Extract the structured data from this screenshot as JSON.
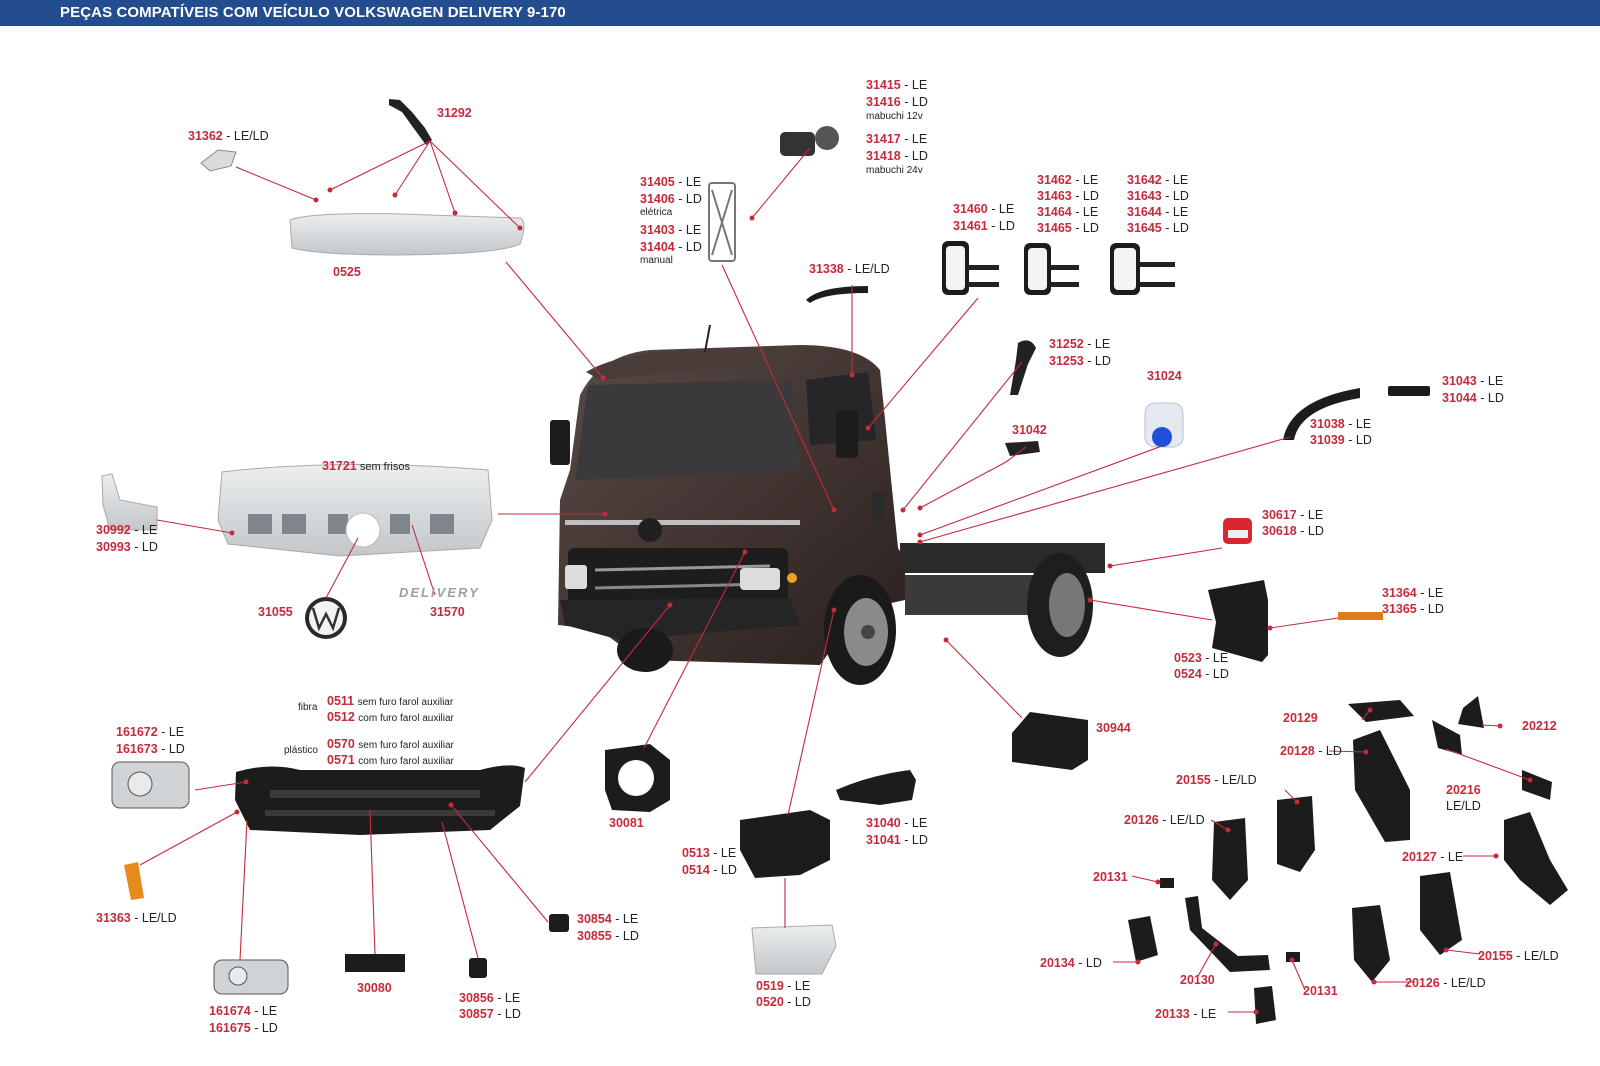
{
  "header": {
    "title": "PEÇAS COMPATÍVEIS COM VEÍCULO VOLKSWAGEN DELIVERY 9-170"
  },
  "colors": {
    "header_bg": "#234d8e",
    "code": "#c42b3c",
    "leader_line": "#c42b3c",
    "truck_body": "#3b2f2c"
  },
  "parts": {
    "p31362": {
      "code": "31362",
      "suffix": " - LE/LD"
    },
    "p31292": {
      "code": "31292",
      "suffix": ""
    },
    "p0525": {
      "code": "0525",
      "suffix": ""
    },
    "p31415": {
      "code": "31415",
      "suffix": " - LE"
    },
    "p31416": {
      "code": "31416",
      "suffix": " - LD"
    },
    "n_mabuchi12": "mabuchi 12v",
    "p31417": {
      "code": "31417",
      "suffix": " - LE"
    },
    "p31418": {
      "code": "31418",
      "suffix": " - LD"
    },
    "n_mabuchi24": "mabuchi 24v",
    "p31405": {
      "code": "31405",
      "suffix": " - LE"
    },
    "p31406": {
      "code": "31406",
      "suffix": " - LD"
    },
    "n_eletrica": "elétrica",
    "p31403": {
      "code": "31403",
      "suffix": " - LE"
    },
    "p31404": {
      "code": "31404",
      "suffix": " - LD"
    },
    "n_manual": "manual",
    "p31460": {
      "code": "31460",
      "suffix": " - LE"
    },
    "p31461": {
      "code": "31461",
      "suffix": " - LD"
    },
    "p31462": {
      "code": "31462",
      "suffix": " - LE"
    },
    "p31463": {
      "code": "31463",
      "suffix": " - LD"
    },
    "p31464": {
      "code": "31464",
      "suffix": " - LE"
    },
    "p31465": {
      "code": "31465",
      "suffix": " - LD"
    },
    "p31642": {
      "code": "31642",
      "suffix": " - LE"
    },
    "p31643": {
      "code": "31643",
      "suffix": " - LD"
    },
    "p31644": {
      "code": "31644",
      "suffix": " - LE"
    },
    "p31645": {
      "code": "31645",
      "suffix": " - LD"
    },
    "p31338": {
      "code": "31338",
      "suffix": " - LE/LD"
    },
    "p31252": {
      "code": "31252",
      "suffix": " - LE"
    },
    "p31253": {
      "code": "31253",
      "suffix": " - LD"
    },
    "p31024": {
      "code": "31024",
      "suffix": ""
    },
    "p31043": {
      "code": "31043",
      "suffix": " - LE"
    },
    "p31044": {
      "code": "31044",
      "suffix": " - LD"
    },
    "p31042": {
      "code": "31042",
      "suffix": ""
    },
    "p31038": {
      "code": "31038",
      "suffix": " - LE"
    },
    "p31039": {
      "code": "31039",
      "suffix": " - LD"
    },
    "p31721": {
      "code": "31721",
      "suffix": " sem frisos"
    },
    "p30992": {
      "code": "30992",
      "suffix": " - LE"
    },
    "p30993": {
      "code": "30993",
      "suffix": " - LD"
    },
    "p31055": {
      "code": "31055",
      "suffix": ""
    },
    "p31570": {
      "code": "31570",
      "suffix": ""
    },
    "delivery_logo": "DELIVERY",
    "p30617": {
      "code": "30617",
      "suffix": " - LE"
    },
    "p30618": {
      "code": "30618",
      "suffix": " - LD"
    },
    "p31364": {
      "code": "31364",
      "suffix": " - LE"
    },
    "p31365": {
      "code": "31365",
      "suffix": " - LD"
    },
    "p0523": {
      "code": "0523",
      "suffix": " - LE"
    },
    "p0524": {
      "code": "0524",
      "suffix": " - LD"
    },
    "p30944": {
      "code": "30944",
      "suffix": ""
    },
    "n_fibra": "fibra",
    "p0511": {
      "code": "0511",
      "suffix": "sem furo farol auxiliar"
    },
    "p0512": {
      "code": "0512",
      "suffix": "com furo farol auxiliar"
    },
    "n_plastico": "plástico",
    "p0570": {
      "code": "0570",
      "suffix": "sem furo farol auxiliar"
    },
    "p0571": {
      "code": "0571",
      "suffix": "com furo farol auxiliar"
    },
    "p161672": {
      "code": "161672",
      "suffix": " - LE"
    },
    "p161673": {
      "code": "161673",
      "suffix": " - LD"
    },
    "p31363": {
      "code": "31363",
      "suffix": " - LE/LD"
    },
    "p161674": {
      "code": "161674",
      "suffix": " - LE"
    },
    "p161675": {
      "code": "161675",
      "suffix": " - LD"
    },
    "p30080": {
      "code": "30080",
      "suffix": ""
    },
    "p30856": {
      "code": "30856",
      "suffix": " - LE"
    },
    "p30857": {
      "code": "30857",
      "suffix": " - LD"
    },
    "p30854": {
      "code": "30854",
      "suffix": " - LE"
    },
    "p30855": {
      "code": "30855",
      "suffix": " - LD"
    },
    "p30081": {
      "code": "30081",
      "suffix": ""
    },
    "p0513": {
      "code": "0513",
      "suffix": " - LE"
    },
    "p0514": {
      "code": "0514",
      "suffix": " - LD"
    },
    "p31040": {
      "code": "31040",
      "suffix": " - LE"
    },
    "p31041": {
      "code": "31041",
      "suffix": " - LD"
    },
    "p0519": {
      "code": "0519",
      "suffix": " - LE"
    },
    "p0520": {
      "code": "0520",
      "suffix": " - LD"
    },
    "p20129": {
      "code": "20129",
      "suffix": ""
    },
    "p20212": {
      "code": "20212",
      "suffix": ""
    },
    "p20128": {
      "code": "20128",
      "suffix": " - LD"
    },
    "p20216": {
      "code": "20216",
      "suffix": ""
    },
    "n_20216": "LE/LD",
    "p20155a": {
      "code": "20155",
      "suffix": " - LE/LD"
    },
    "p20126a": {
      "code": "20126",
      "suffix": " - LE/LD"
    },
    "p20127": {
      "code": "20127",
      "suffix": " - LE"
    },
    "p20131a": {
      "code": "20131",
      "suffix": ""
    },
    "p20134": {
      "code": "20134",
      "suffix": " - LD"
    },
    "p20130": {
      "code": "20130",
      "suffix": ""
    },
    "p20131b": {
      "code": "20131",
      "suffix": ""
    },
    "p20133": {
      "code": "20133",
      "suffix": " - LE"
    },
    "p20126b": {
      "code": "20126",
      "suffix": " - LE/LD"
    },
    "p20155b": {
      "code": "20155",
      "suffix": " - LE/LD"
    }
  }
}
